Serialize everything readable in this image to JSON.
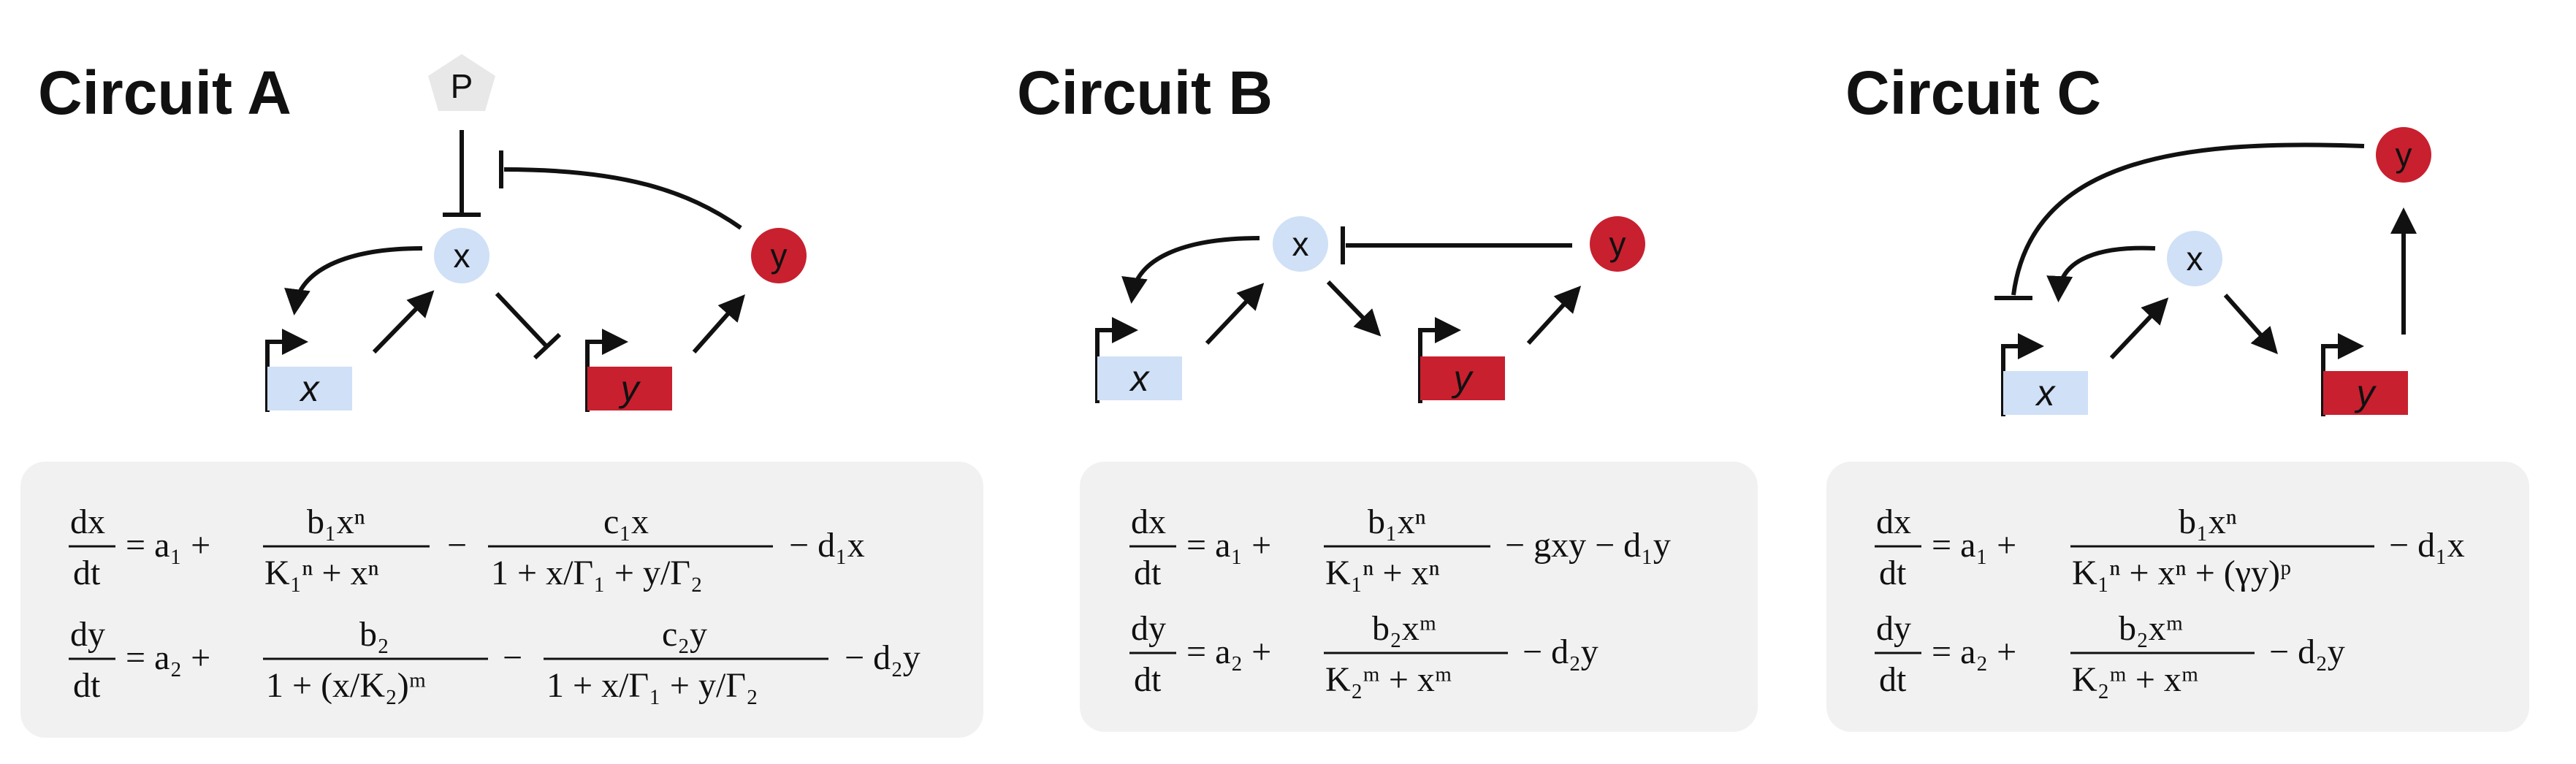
{
  "circuits": [
    {
      "title": "Circuit A",
      "inducer": "P",
      "nodes": {
        "x": "x",
        "y": "y"
      },
      "genes": {
        "x": "x",
        "y": "y"
      },
      "equations": {
        "eq1": {
          "lhs_num": "dx",
          "lhs_den": "dt",
          "a": "= a₁ +",
          "f1_num": "b₁xⁿ",
          "f1_den": "K₁ⁿ + xⁿ",
          "op": "−",
          "f2_num": "c₁x",
          "f2_den": "1 + x/Γ₁ + y/Γ₂",
          "tail": "− d₁x"
        },
        "eq2": {
          "lhs_num": "dy",
          "lhs_den": "dt",
          "a": "= a₂ +",
          "f1_num": "b₂",
          "f1_den": "1 + (x/K₂)ᵐ",
          "op": "−",
          "f2_num": "c₂y",
          "f2_den": "1 + x/Γ₁ + y/Γ₂",
          "tail": "− d₂y"
        }
      }
    },
    {
      "title": "Circuit B",
      "nodes": {
        "x": "x",
        "y": "y"
      },
      "genes": {
        "x": "x",
        "y": "y"
      },
      "equations": {
        "eq1": {
          "lhs_num": "dx",
          "lhs_den": "dt",
          "a": "= a₁ +",
          "f1_num": "b₁xⁿ",
          "f1_den": "K₁ⁿ + xⁿ",
          "tail": "− gxy − d₁y"
        },
        "eq2": {
          "lhs_num": "dy",
          "lhs_den": "dt",
          "a": "= a₂ +",
          "f1_num": "b₂xᵐ",
          "f1_den": "K₂ᵐ + xᵐ",
          "tail": "− d₂y"
        }
      }
    },
    {
      "title": "Circuit C",
      "nodes": {
        "x": "x",
        "y": "y"
      },
      "genes": {
        "x": "x",
        "y": "y"
      },
      "equations": {
        "eq1": {
          "lhs_num": "dx",
          "lhs_den": "dt",
          "a": "= a₁ +",
          "f1_num": "b₁xⁿ",
          "f1_den": "K₁ⁿ + xⁿ + (γy)ᵖ",
          "tail": "− d₁x"
        },
        "eq2": {
          "lhs_num": "dy",
          "lhs_den": "dt",
          "a": "= a₂ +",
          "f1_num": "b₂xᵐ",
          "f1_den": "K₂ᵐ + xᵐ",
          "tail": "− d₂y"
        }
      }
    }
  ],
  "colors": {
    "x_node": "#cfe0f7",
    "y_node": "#c8202f",
    "inducer": "#e8e8e8",
    "panel": "#f1f1f1",
    "edge": "#111111"
  }
}
